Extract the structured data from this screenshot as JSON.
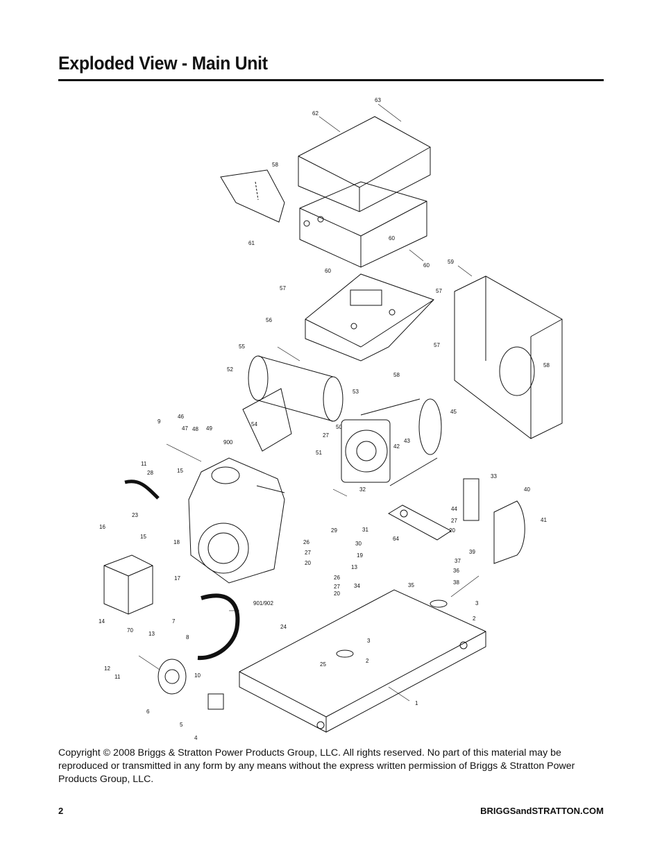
{
  "header": {
    "title": "Exploded View - Main Unit"
  },
  "callouts": [
    {
      "label": "63"
    },
    {
      "label": "62"
    },
    {
      "label": "58"
    },
    {
      "label": "61"
    },
    {
      "label": "60"
    },
    {
      "label": "60"
    },
    {
      "label": "60"
    },
    {
      "label": "59"
    },
    {
      "label": "57"
    },
    {
      "label": "57"
    },
    {
      "label": "57"
    },
    {
      "label": "56"
    },
    {
      "label": "55"
    },
    {
      "label": "52"
    },
    {
      "label": "58"
    },
    {
      "label": "58"
    },
    {
      "label": "53"
    },
    {
      "label": "45"
    },
    {
      "label": "54"
    },
    {
      "label": "50"
    },
    {
      "label": "27"
    },
    {
      "label": "9"
    },
    {
      "label": "46"
    },
    {
      "label": "47"
    },
    {
      "label": "48"
    },
    {
      "label": "49"
    },
    {
      "label": "900"
    },
    {
      "label": "43"
    },
    {
      "label": "42"
    },
    {
      "label": "51"
    },
    {
      "label": "11"
    },
    {
      "label": "28"
    },
    {
      "label": "15"
    },
    {
      "label": "33"
    },
    {
      "label": "40"
    },
    {
      "label": "41"
    },
    {
      "label": "23"
    },
    {
      "label": "32"
    },
    {
      "label": "44"
    },
    {
      "label": "27"
    },
    {
      "label": "20"
    },
    {
      "label": "16"
    },
    {
      "label": "15"
    },
    {
      "label": "18"
    },
    {
      "label": "29"
    },
    {
      "label": "31"
    },
    {
      "label": "30"
    },
    {
      "label": "26"
    },
    {
      "label": "27"
    },
    {
      "label": "20"
    },
    {
      "label": "64"
    },
    {
      "label": "39"
    },
    {
      "label": "19"
    },
    {
      "label": "37"
    },
    {
      "label": "36"
    },
    {
      "label": "38"
    },
    {
      "label": "17"
    },
    {
      "label": "13"
    },
    {
      "label": "26"
    },
    {
      "label": "27"
    },
    {
      "label": "20"
    },
    {
      "label": "35"
    },
    {
      "label": "34"
    },
    {
      "label": "3"
    },
    {
      "label": "901/902"
    },
    {
      "label": "2"
    },
    {
      "label": "14"
    },
    {
      "label": "7"
    },
    {
      "label": "70"
    },
    {
      "label": "13"
    },
    {
      "label": "24"
    },
    {
      "label": "3"
    },
    {
      "label": "8"
    },
    {
      "label": "12"
    },
    {
      "label": "2"
    },
    {
      "label": "11"
    },
    {
      "label": "25"
    },
    {
      "label": "10"
    },
    {
      "label": "6"
    },
    {
      "label": "1"
    },
    {
      "label": "5"
    },
    {
      "label": "4"
    }
  ],
  "footer": {
    "copyright": "Copyright © 2008 Briggs & Stratton Power Products Group, LLC.  All rights reserved.  No part of this material may be reproduced or transmitted in any form by any means without the express written permission of Briggs & Stratton Power Products Group, LLC.",
    "page_number": "2",
    "website": "BRIGGSandSTRATTON.COM"
  }
}
